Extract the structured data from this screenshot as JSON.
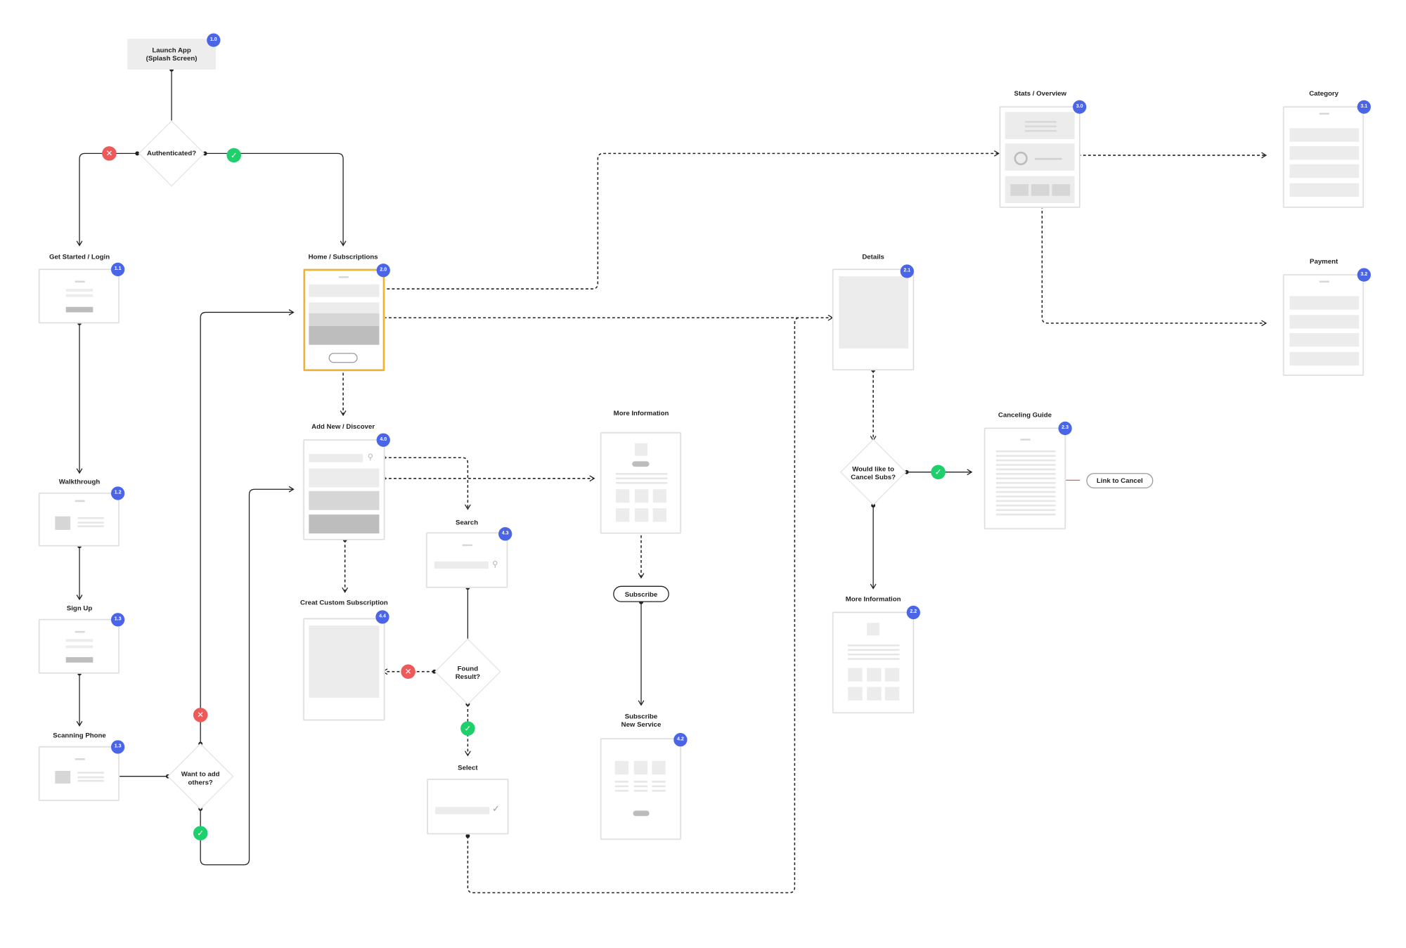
{
  "colors": {
    "badge": "#4a65e6",
    "active_border": "#f0b432",
    "no_status": "#ee5a5a",
    "yes_status": "#1ed06b",
    "connector": "#222222"
  },
  "launch": {
    "label": "Launch App\n(Splash Screen)",
    "badge": "1.0"
  },
  "decisions": {
    "authenticated": "Authenticated?",
    "want_add": "Want to add\nothers?",
    "found_result": "Found\nResult?",
    "cancel_subs": "Would like to\nCancel Subs?"
  },
  "screens": {
    "get_started": {
      "title": "Get Started / Login",
      "badge": "1.1"
    },
    "walkthrough": {
      "title": "Walkthrough",
      "badge": "1.2"
    },
    "sign_up": {
      "title": "Sign Up",
      "badge": "1.3"
    },
    "scanning_phone": {
      "title": "Scanning Phone",
      "badge": "1.3"
    },
    "home": {
      "title": "Home / Subscriptions",
      "badge": "2.0"
    },
    "add_new": {
      "title": "Add New / Discover",
      "badge": "4.0"
    },
    "custom_sub": {
      "title": "Creat Custom Subscription",
      "badge": "4.4"
    },
    "search": {
      "title": "Search",
      "badge": "4.3"
    },
    "select": {
      "title": "Select",
      "badge": ""
    },
    "more_info_a": {
      "title": "More Information",
      "badge": ""
    },
    "subscribe_new": {
      "title": "Subscribe\nNew Service",
      "badge": "4.2"
    },
    "details": {
      "title": "Details",
      "badge": "2.1"
    },
    "more_info_b": {
      "title": "More Information",
      "badge": "2.2"
    },
    "cancel_guide": {
      "title": "Canceling Guide",
      "badge": "2.3"
    },
    "stats": {
      "title": "Stats / Overview",
      "badge": "3.0"
    },
    "category": {
      "title": "Category",
      "badge": "3.1"
    },
    "payment": {
      "title": "Payment",
      "badge": "3.2"
    }
  },
  "buttons": {
    "subscribe": "Subscribe",
    "link_cancel": "Link to Cancel"
  },
  "icons": {
    "yes": "check-icon",
    "no": "cross-icon",
    "search": "search-icon"
  }
}
